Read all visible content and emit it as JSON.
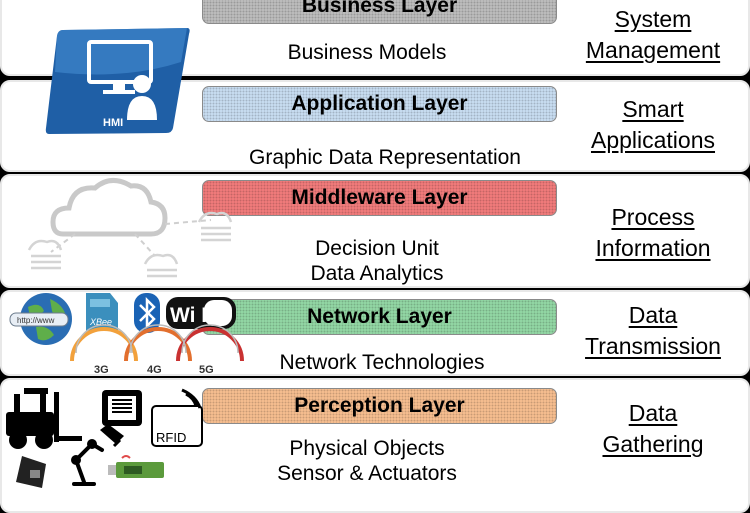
{
  "layers": [
    {
      "title": "Business Layer",
      "color": "#bcbcbc",
      "description": [
        "Business Models"
      ],
      "function": [
        "System",
        "Management"
      ]
    },
    {
      "title": "Application Layer",
      "color": "#c7dcf0",
      "description": [
        "Graphic Data Representation"
      ],
      "function": [
        "Smart",
        "Applications"
      ]
    },
    {
      "title": "Middleware Layer",
      "color": "#f07b7b",
      "description": [
        "Decision Unit",
        "Data Analytics"
      ],
      "function": [
        "Process",
        "Information"
      ]
    },
    {
      "title": "Network Layer",
      "color": "#92d6a4",
      "description": [
        "Network Technologies"
      ],
      "function": [
        "Data",
        "Transmission"
      ]
    },
    {
      "title": "Perception Layer",
      "color": "#f5bd8f",
      "description": [
        "Physical Objects",
        "Sensor & Actuators"
      ],
      "function": [
        "Data",
        "Gathering"
      ]
    }
  ],
  "icons": {
    "hmi_label": "HMI",
    "web_label": "http://www",
    "xbee_label": "XBee",
    "wifi_label": "Wi Fi",
    "gauge_labels": [
      "3G",
      "4G",
      "5G"
    ],
    "rfid_label": "RFID"
  }
}
